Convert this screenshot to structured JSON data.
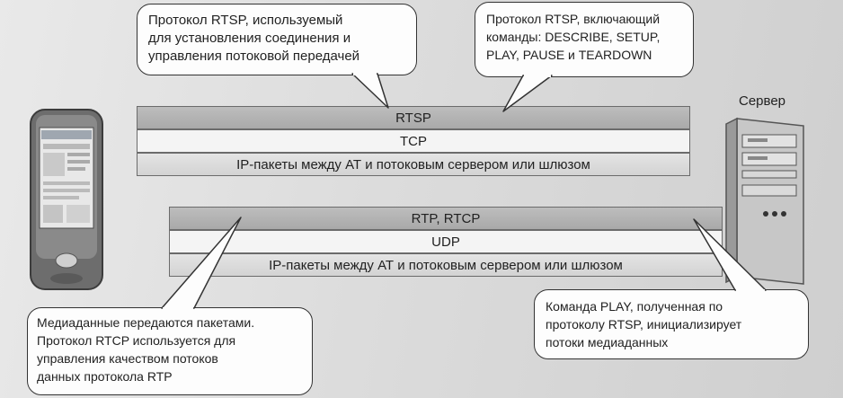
{
  "bubbles": {
    "rtsp_setup": {
      "lines": [
        "Протокол RTSP, используемый",
        "для установления соединения и",
        "управления потоковой передачей"
      ]
    },
    "rtsp_commands": {
      "lines": [
        "Протокол RTSP, включающий",
        "команды: DESCRIBE, SETUP,",
        "PLAY, PAUSE  и TEARDOWN"
      ]
    },
    "media": {
      "lines": [
        "Медиаданные передаются пакетами.",
        "Протокол RTCP используется для",
        "управления качеством потоков",
        "данных протокола RTP"
      ]
    },
    "play": {
      "lines": [
        "Команда PLAY, полученная по",
        "протоколу RTSP, инициализирует",
        "потоки медиаданных"
      ]
    }
  },
  "stack_upper": {
    "top": "RTSP",
    "middle": "TCP",
    "bottom": "IP-пакеты между АТ и потоковым сервером или шлюзом"
  },
  "stack_lower": {
    "top": "RTP, RTCP",
    "middle": "UDP",
    "bottom": "IP-пакеты между АТ и потоковым сервером или шлюзом"
  },
  "server": {
    "label": "Сервер"
  },
  "icons": {
    "client": "handheld-device-icon",
    "server": "server-tower-icon"
  }
}
